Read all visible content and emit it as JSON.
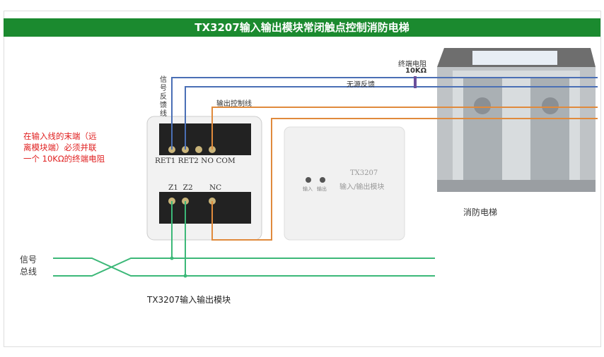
{
  "title": "TX3207输入输出模块常闭触点控制消防电梯",
  "labels": {
    "resistor_title": "终端电阻",
    "resistor_value": "10KΩ",
    "passive_feedback": "无源反馈",
    "signal_feedback_line": "信号反馈线",
    "output_control_line": "输出控制线",
    "note_line1": "在输入线的末端（远",
    "note_line2": "离模块端）必须并联",
    "note_line3": "一个 10KΩ的终端电阻",
    "terminals_top": "RET1 RET2 NO COM",
    "terminals_bottom": "Z1  Z2       NC",
    "module_model": "TX3207",
    "module_name": "输入/输出模块",
    "led_in": "输入",
    "led_out": "输出",
    "elevator": "消防电梯",
    "bus_line1": "信号",
    "bus_line2": "总线",
    "caption": "TX3207输入输出模块"
  },
  "colors": {
    "header": "#1b8a2f",
    "blue_wire": "#4a6fb5",
    "orange_wire": "#e08a3c",
    "bus": "#3cb878",
    "note": "#e02020"
  }
}
